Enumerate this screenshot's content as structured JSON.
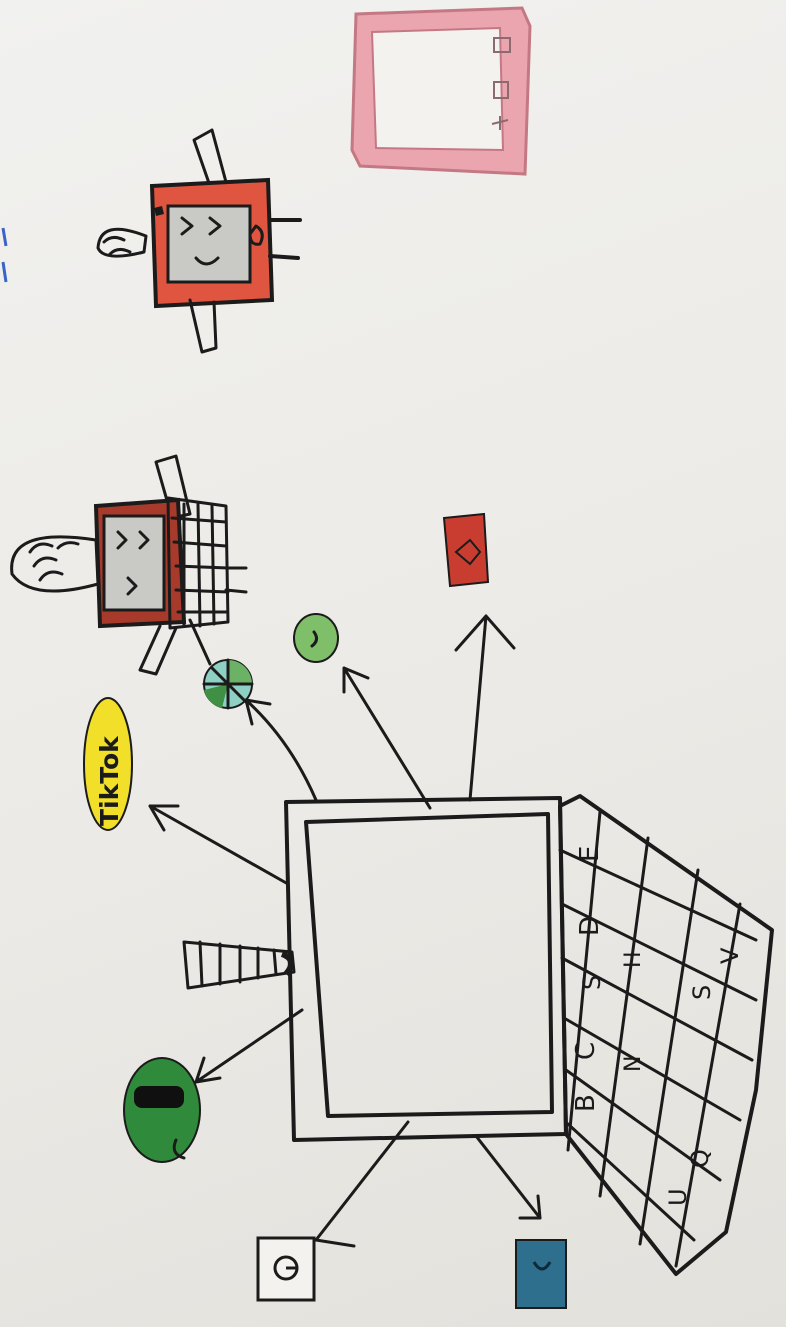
{
  "drawing": {
    "type": "child crayon and marker sketch on paper, photographed rotated",
    "subject": "laptop in the center with arrows pointing to app icons and robots",
    "logo_lettering": "TikTok",
    "keyboard_letters": [
      "E",
      "D",
      "C",
      "B",
      "S",
      "H",
      "N",
      "S",
      "V",
      "U",
      "Q"
    ],
    "colors": {
      "paper": "#eeede9",
      "ink": "#1b1b1b",
      "robot_red": "#e0553f",
      "robot_red_dark": "#a83a2c",
      "tiktok_yellow": "#f2df2a",
      "badge_green": "#2f8a3c",
      "light_green": "#7fbf6a",
      "pink_frame": "#e59aa6",
      "teal_blue": "#2d6f8c"
    }
  }
}
